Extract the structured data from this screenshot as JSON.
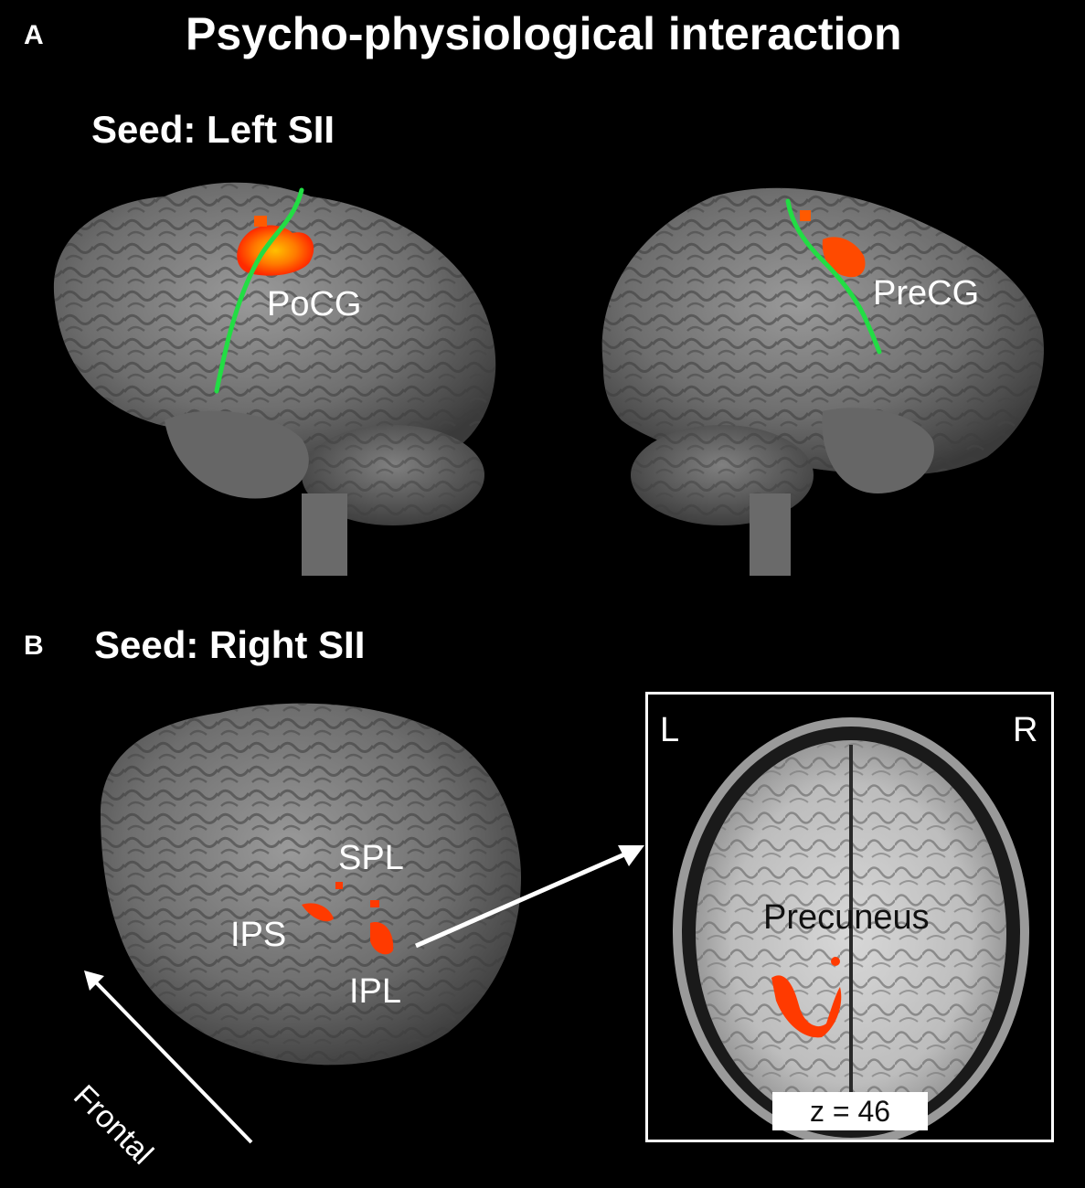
{
  "figure": {
    "title": "Psycho-physiological interaction",
    "panel_a": {
      "letter": "A",
      "seed": "Seed: Left SII",
      "labels": {
        "left_brain": "PoCG",
        "right_brain": "PreCG"
      }
    },
    "panel_b": {
      "letter": "B",
      "seed": "Seed: Right SII",
      "labels": {
        "spl": "SPL",
        "ips": "IPS",
        "ipl": "IPL",
        "direction": "Frontal"
      },
      "inset": {
        "left_marker": "L",
        "right_marker": "R",
        "region": "Precuneus",
        "slice": "z = 46"
      }
    }
  },
  "colors": {
    "background": "#000000",
    "brain": "#7a7a7a",
    "activation": "#ff3a00",
    "activation_core": "#ffb000",
    "sulcus_line": "#22dd44",
    "text": "#ffffff"
  }
}
